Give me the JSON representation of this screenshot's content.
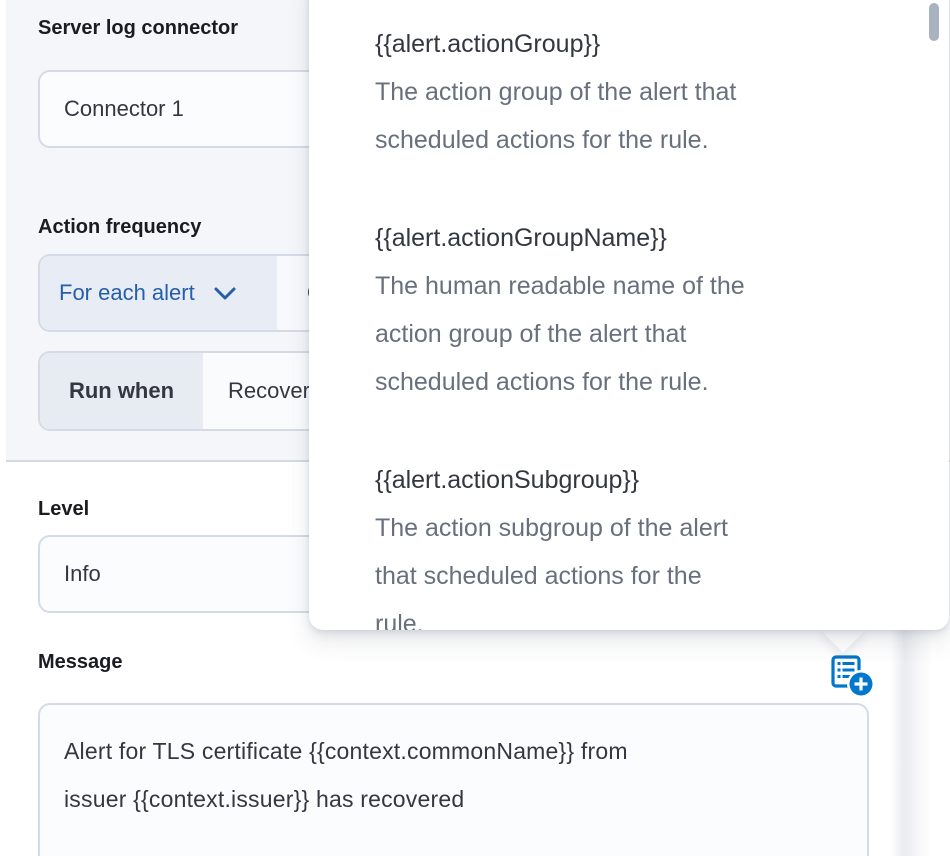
{
  "colors": {
    "primary_icon_blue": "#0077cc",
    "select_text_blue": "#265ea8",
    "label_text": "#1a1c21",
    "body_text": "#343741",
    "subdued_text": "#69707d",
    "panel_bg": "#f5f6fa",
    "border": "#d5dbe6"
  },
  "connector_section": {
    "title": "Server log connector",
    "connector_select": {
      "value": "Connector 1"
    },
    "action_frequency": {
      "label": "Action frequency",
      "frequency_select": {
        "value": "For each alert"
      },
      "throttle_select": {
        "visible_fragment": "O"
      },
      "run_when": {
        "label": "Run when",
        "value": "Recovered"
      }
    }
  },
  "fields": {
    "level": {
      "label": "Level",
      "value": "Info"
    },
    "message": {
      "label": "Message",
      "value_lines": [
        "Alert for TLS certificate {{context.commonName}} from",
        "issuer {{context.issuer}} has recovered"
      ]
    }
  },
  "variables_popover": {
    "items": [
      {
        "name": "{{alert.actionGroup}}",
        "description_lines": [
          "The action group of the alert that",
          "scheduled actions for the rule."
        ]
      },
      {
        "name": "{{alert.actionGroupName}}",
        "description_lines": [
          "The human readable name of the",
          "action group of the alert that",
          "scheduled actions for the rule."
        ]
      },
      {
        "name": "{{alert.actionSubgroup}}",
        "description_lines": [
          "The action subgroup of the alert",
          "that scheduled actions for the",
          "rule."
        ]
      }
    ]
  }
}
